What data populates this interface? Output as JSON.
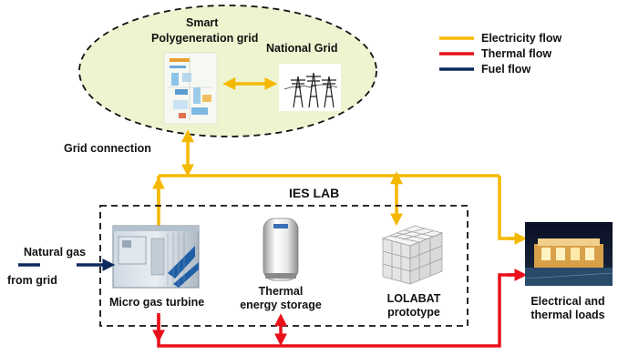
{
  "legend": {
    "items": [
      {
        "label": "Electricity flow",
        "color": "#f5b800"
      },
      {
        "label": "Thermal flow",
        "color": "#e8101a"
      },
      {
        "label": "Fuel flow",
        "color": "#0d2a5e"
      }
    ]
  },
  "grid_area": {
    "smart_label_line1": "Smart",
    "smart_label_line2": "Polygeneration grid",
    "national_label": "National Grid"
  },
  "grid_connection_label": "Grid connection",
  "lab": {
    "title": "IES LAB",
    "natural_gas_line1": "Natural gas",
    "natural_gas_line2": "from grid",
    "turbine_label": "Micro gas turbine",
    "storage_line1": "Thermal",
    "storage_line2": "energy storage",
    "lolabat_line1": "LOLABAT",
    "lolabat_line2": "prototype"
  },
  "loads": {
    "line1": "Electrical and",
    "line2": "thermal loads"
  },
  "colors": {
    "electricity": "#f5b800",
    "thermal": "#e8101a",
    "fuel": "#0d2a5e",
    "ellipse_fill": "#eef4cf"
  }
}
